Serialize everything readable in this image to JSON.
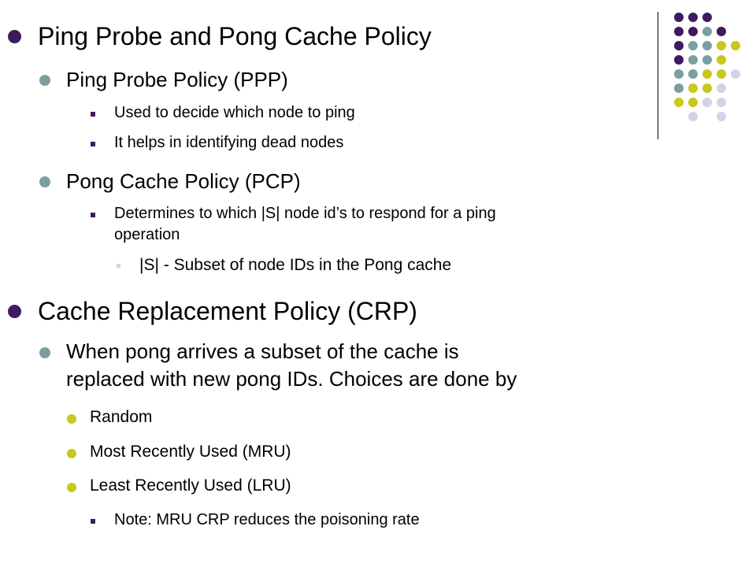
{
  "colors": {
    "purple": "#3e1a5e",
    "teal": "#7a9fa0",
    "olive": "#c8c81e",
    "lavender": "#d3d2e6",
    "bullet_dark": "#3e1a5e",
    "bullet_teal": "#7a9fa0",
    "bullet_yellow": "#c8c81e",
    "bullet_sq": "#3e1a5e"
  },
  "slide": {
    "heading_1": "Ping Probe and Pong Cache Policy",
    "ppp_title": "Ping Probe Policy (PPP)",
    "ppp_item_1": "Used to decide which node to ping",
    "ppp_item_2": "It helps in identifying dead nodes",
    "pcp_title": "Pong Cache Policy (PCP)",
    "pcp_item_1_line1": "Determines to which |S| node id’s  to respond for a ping",
    "pcp_item_1_line2": "operation",
    "pcp_subitem": "|S| - Subset of node IDs in the Pong cache",
    "heading_2": "Cache Replacement  Policy (CRP)",
    "crp_desc_line1": "When pong arrives a subset of the cache is",
    "crp_desc_line2": "replaced with new pong IDs. Choices are done by",
    "choice_1": "Random",
    "choice_2": "Most Recently Used (MRU)",
    "choice_3": "Least Recently Used (LRU)",
    "note": "Note: MRU CRP reduces the poisoning rate"
  }
}
